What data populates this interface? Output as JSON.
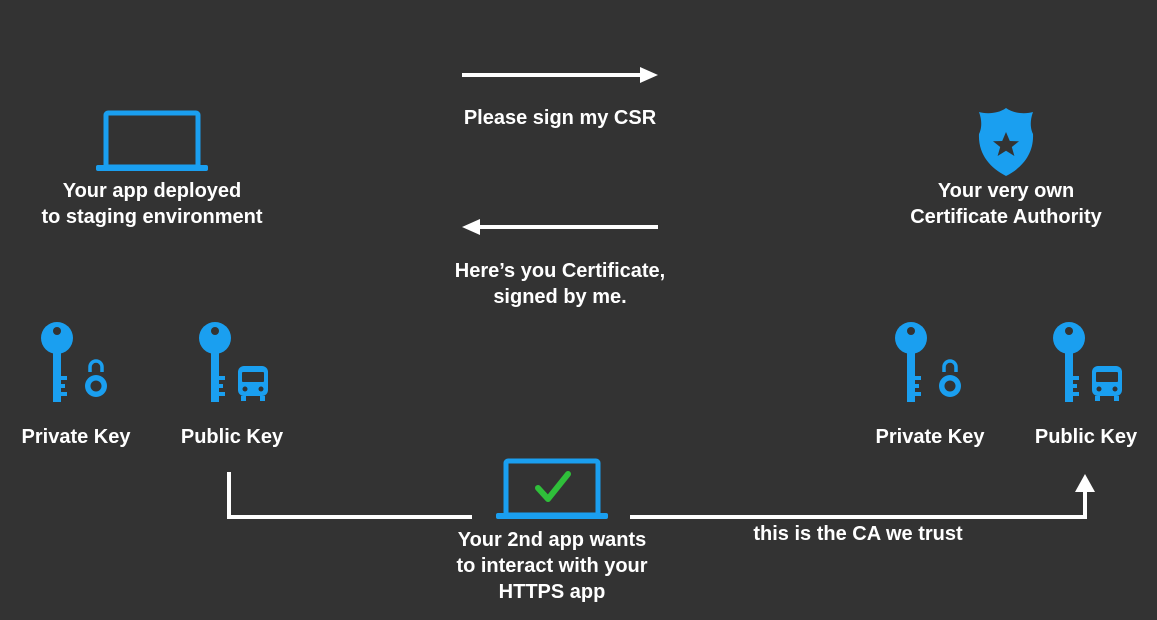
{
  "colors": {
    "background": "#333333",
    "accent": "#1a9ff0",
    "text": "#ffffff",
    "check": "#2fbf3a"
  },
  "app": {
    "icon": "laptop-icon",
    "line1": "Your app deployed",
    "line2": "to staging environment"
  },
  "ca": {
    "icon": "police-badge-star-icon",
    "line1": "Your very own",
    "line2": "Certificate Authority"
  },
  "messages": {
    "request": "Please sign my CSR",
    "response_line1": "Here’s you Certificate,",
    "response_line2": "signed by me."
  },
  "keys": {
    "app_private": "Private Key",
    "app_public": "Public Key",
    "ca_private": "Private Key",
    "ca_public": "Public Key"
  },
  "client": {
    "icon": "laptop-check-icon",
    "line1": "Your 2nd app wants",
    "line2": "to interact with your",
    "line3": "HTTPS app"
  },
  "trust_label": "this is the CA we trust"
}
